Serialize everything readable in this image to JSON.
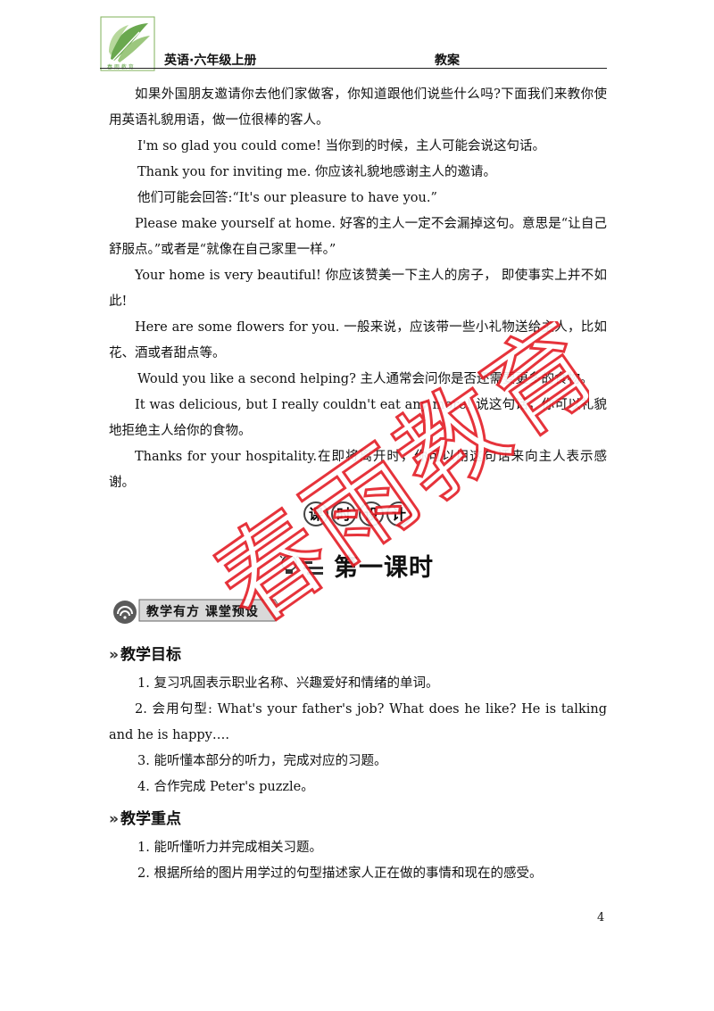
{
  "header": {
    "left": "英语·六年级上册",
    "right": "教案",
    "logo_icon": "leaf-logo-icon"
  },
  "intro": {
    "p1": "如果外国朋友邀请你去他们家做客，你知道跟他们说些什么吗?下面我们来教你使用英语礼貌用语，做一位很棒的客人。",
    "p2": "I'm so glad you could come! 当你到的时候，主人可能会说这句话。",
    "p3": "Thank you for inviting me. 你应该礼貌地感谢主人的邀请。",
    "p4": "他们可能会回答:“It's our pleasure to have you.”",
    "p5": "Please make yourself at home. 好客的主人一定不会漏掉这句。意思是“让自己舒服点。”或者是“就像在自己家里一样。”",
    "p6": "Your home is very beautiful! 你应该赞美一下主人的房子，  即使事实上并不如此!",
    "p7": "Here are some flowers for you. 一般来说，应该带一些小礼物送给主人，比如花、酒或者甜点等。",
    "p8": "Would you like a second helping? 主人通常会问你是否还需要更多的食物。",
    "p9": "It was delicious, but I really couldn't eat any more! 说这句话，你可以礼貌地拒绝主人给你的食物。",
    "p10": "Thanks for your hospitality.在即将离开时，你可以用这句话来向主人表示感谢。"
  },
  "section_banner": [
    "课",
    "时",
    "设",
    "计"
  ],
  "lesson_title": "第一课时",
  "tab_banner": "教学有方  课堂预设",
  "objectives": {
    "heading": "教学目标",
    "items": [
      "1. 复习巩固表示职业名称、兴趣爱好和情绪的单词。",
      "2. 会用句型: What's your father's job? What does he like? He is talking and he is happy….",
      "3. 能听懂本部分的听力，完成对应的习题。",
      "4. 合作完成 Peter's puzzle。"
    ]
  },
  "key_points": {
    "heading": "教学重点",
    "items": [
      "1. 能听懂听力并完成相关习题。",
      "2. 根据所给的图片用学过的句型描述家人正在做的事情和现在的感受。"
    ]
  },
  "page_number": "4",
  "watermark": {
    "text": "春雨教育",
    "color": "#e41e26"
  },
  "colors": {
    "logo_green": "#6aa84f",
    "banner_gray": "#5a5a5a"
  }
}
